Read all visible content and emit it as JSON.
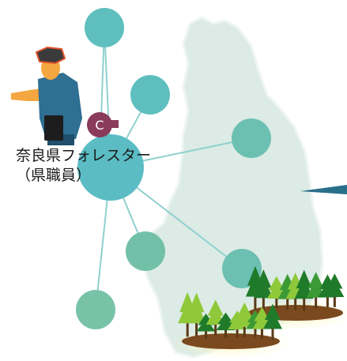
{
  "labels": {
    "forester_name": "奈良県フォレスター",
    "forester_role": "（県職員）"
  },
  "nodes": [
    {
      "id": "n-top",
      "kind": "small",
      "color": "#5fbfbf"
    },
    {
      "id": "n-upper",
      "kind": "small",
      "color": "#5fbfbf"
    },
    {
      "id": "n-mid",
      "kind": "small",
      "color": "#6cc0b2"
    },
    {
      "id": "n-hub",
      "kind": "hub",
      "color": "#5bbcc4"
    },
    {
      "id": "n-low",
      "kind": "small",
      "color": "#72c0a8"
    },
    {
      "id": "n-bottom-right",
      "kind": "small",
      "color": "#6cc0b2"
    },
    {
      "id": "n-bottom-left",
      "kind": "small",
      "color": "#78c3a8"
    }
  ],
  "colors": {
    "map_fill": "#dcebe5",
    "map_edge": "#eef5f2",
    "link": "#8fd0cf",
    "arrow": "#2a6f8a",
    "tree_dark": "#1f7a2a",
    "tree_mid": "#3c9a35",
    "tree_light": "#8fc93a",
    "ground": "#7a4a1e",
    "glow": "#fff7b0",
    "worker_shirt": "#2e6f92",
    "worker_skin": "#f4a640",
    "badge": "#8a3a5a"
  },
  "icons": {
    "worker": "forest-worker-icon",
    "badge": "id-badge-icon",
    "forest_right": "forest-patch-icon",
    "forest_left": "forest-patch-icon"
  }
}
